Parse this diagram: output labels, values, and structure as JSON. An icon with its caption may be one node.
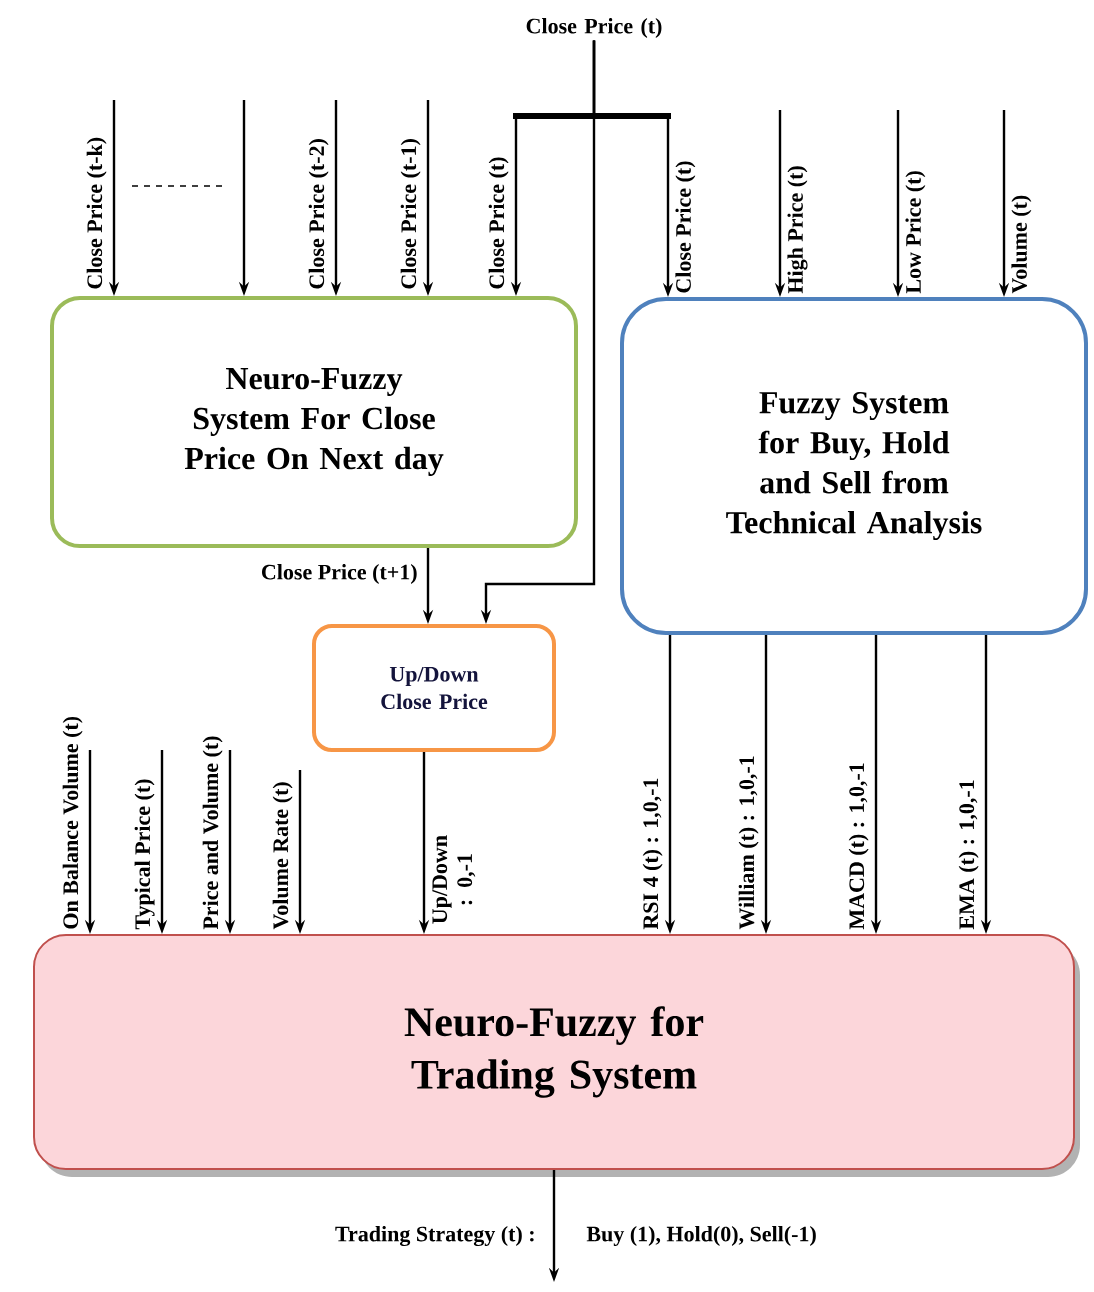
{
  "diagram": {
    "nodes": [
      {
        "text": [
          "Neuro-Fuzzy System For Close Price On Next day"
        ]
      },
      {
        "text": [
          "Fuzzy System for Buy, Hold and Sell from Technical Analysis"
        ]
      },
      {
        "text": [
          "Up/Down Close Price"
        ]
      },
      {
        "text": [
          "Neuro-Fuzzy for Trading System"
        ]
      },
      {
        "text": [
          "Close Price (t)"
        ]
      }
    ],
    "edges": [
      {
        "from": null,
        "to": 0,
        "arrow": "to",
        "label": "Close Price (t-k)"
      },
      {
        "from": null,
        "to": 0,
        "arrow": "to"
      },
      {
        "from": null,
        "to": 0,
        "arrow": "to",
        "label": "Close Price (t-2)"
      },
      {
        "from": null,
        "to": 0,
        "arrow": "to",
        "label": "Close Price (t-1)"
      },
      {
        "from": 4,
        "to": 0,
        "arrow": "to",
        "label": "Close Price (t)"
      },
      {
        "from": 4,
        "to": 1,
        "arrow": "to",
        "label": "Close Price (t)"
      },
      {
        "from": 4,
        "to": 2,
        "arrow": "to"
      },
      {
        "from": null,
        "to": 1,
        "arrow": "to",
        "label": "High  Price (t)"
      },
      {
        "from": null,
        "to": 1,
        "arrow": "to",
        "label": "Low  Price (t)"
      },
      {
        "from": null,
        "to": 1,
        "arrow": "to",
        "label": "Volume (t)"
      },
      {
        "from": 0,
        "to": 2,
        "arrow": "to",
        "label": "Close Price (t+1)"
      },
      {
        "from": null,
        "to": 3,
        "arrow": "to",
        "label": "On Balance Volume (t)"
      },
      {
        "from": null,
        "to": 3,
        "arrow": "to",
        "label": "Typical Price (t)"
      },
      {
        "from": null,
        "to": 3,
        "arrow": "to",
        "label": "Price and Volume (t)"
      },
      {
        "from": null,
        "to": 3,
        "arrow": "to",
        "label": "Volume Rate (t)"
      },
      {
        "from": 2,
        "to": 3,
        "arrow": "to",
        "label": "Up/Down : 0,-1"
      },
      {
        "from": 1,
        "to": 3,
        "arrow": "to",
        "label": "RSI 4 (t) : 1,0,-1"
      },
      {
        "from": 1,
        "to": 3,
        "arrow": "to",
        "label": "William (t) : 1,0,-1"
      },
      {
        "from": 1,
        "to": 3,
        "arrow": "to",
        "label": "MACD (t) : 1,0,-1"
      },
      {
        "from": 1,
        "to": 3,
        "arrow": "to",
        "label": "EMA (t) : 1,0,-1"
      },
      {
        "from": 3,
        "to": null,
        "arrow": "to",
        "label": "Trading Strategy (t) :"
      }
    ],
    "labels": [
      "Buy (1), Hold(0), Sell(-1)"
    ]
  }
}
